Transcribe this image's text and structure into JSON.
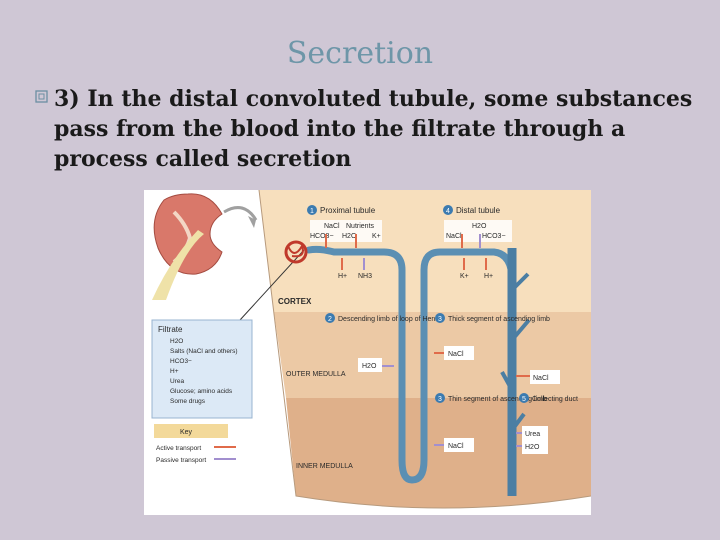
{
  "slide": {
    "title": "Secretion",
    "bullet_icon": "box-bullet-icon",
    "bullet_text": "3) In the distal convoluted tubule, some substances pass from the blood into the filtrate through a process called secretion"
  },
  "figure": {
    "steps": [
      {
        "num": "1",
        "label": "Proximal tubule"
      },
      {
        "num": "4",
        "label": "Distal tubule"
      },
      {
        "num": "2",
        "label": "Descending limb of loop of Henle"
      },
      {
        "num": "3",
        "label": "Thick segment of ascending limb"
      },
      {
        "num": "3",
        "label": "Thin segment of ascending limb"
      },
      {
        "num": "5",
        "label": "Collecting duct"
      }
    ],
    "regions": {
      "cortex": "CORTEX",
      "outer_medulla": "OUTER MEDULLA",
      "inner_medulla": "INNER MEDULLA"
    },
    "proximal_labels": {
      "nacl": "NaCl",
      "nutrients": "Nutrients",
      "hco3": "HCO3−",
      "h2o": "H2O",
      "k": "K+",
      "h": "H+",
      "nh3": "NH3"
    },
    "distal_labels": {
      "h2o": "H2O",
      "nacl": "NaCl",
      "hco3": "HCO3−",
      "k": "K+",
      "h": "H+"
    },
    "medulla_labels": {
      "h2o_desc": "H2O",
      "nacl_thick": "NaCl",
      "nacl_cd": "NaCl",
      "nacl_thin": "NaCl",
      "urea": "Urea",
      "h2o_cd": "H2O"
    },
    "filtrate": {
      "title": "Filtrate",
      "items": [
        "H2O",
        "Salts (NaCl and others)",
        "HCO3−",
        "H+",
        "Urea",
        "Glucose; amino acids",
        "Some drugs"
      ]
    },
    "key": {
      "title": "Key",
      "active": "Active transport",
      "passive": "Passive transport"
    },
    "colors": {
      "active": "#e06b4a",
      "passive": "#a28fcf",
      "tubule": "#5b8fb3",
      "cortex": "#f7dfbd",
      "outer": "#ecc9a5",
      "inner": "#dfb08a"
    }
  }
}
